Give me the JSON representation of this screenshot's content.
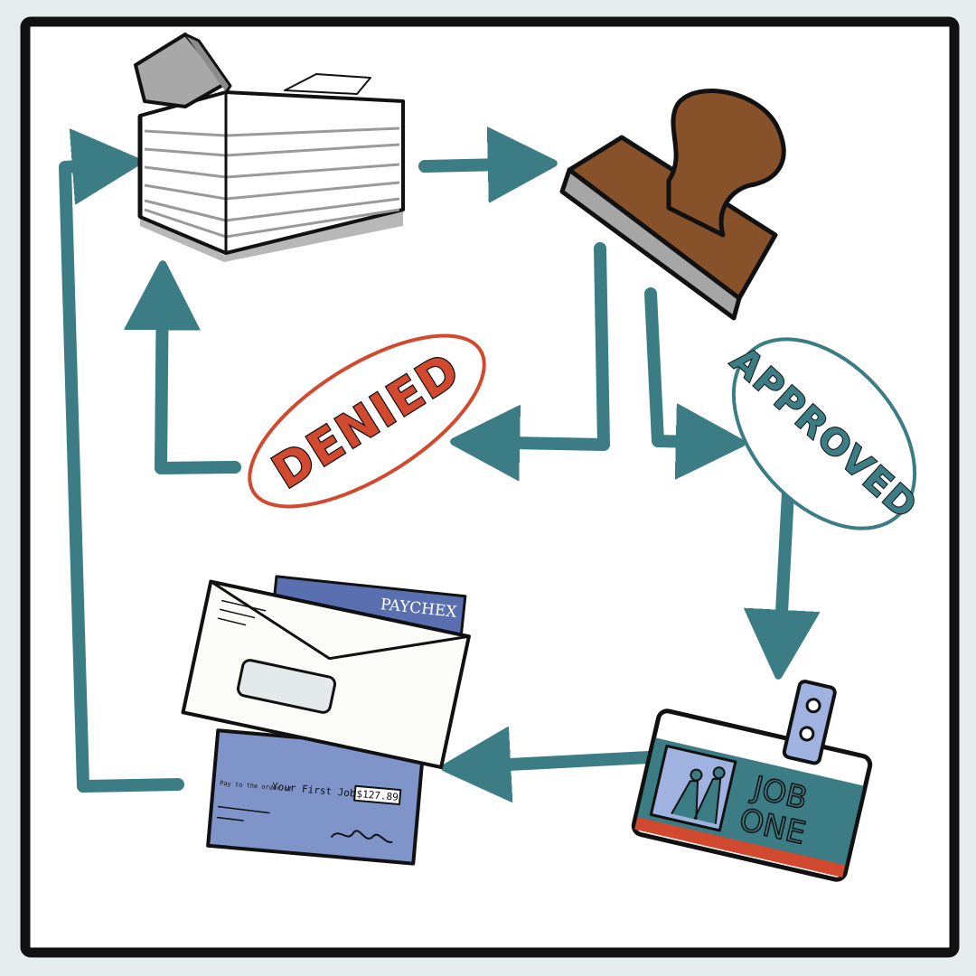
{
  "colors": {
    "background": "#e6ecec",
    "panel": "#ffffff",
    "frame": "#111111",
    "arrow": "#3b7c85",
    "denied": "#d1492f",
    "approved": "#3b7c85",
    "stamp_handle": "#87522a",
    "badge": "#3b7c85",
    "check": "#7f95c9"
  },
  "labels": {
    "denied": "DENIED",
    "approved": "APPROVED"
  },
  "badge": {
    "line1": "JOB",
    "line2": "ONE"
  },
  "paystub": {
    "brand": "PAYCHEX"
  },
  "check": {
    "pay_to_prefix": "Pay to the order of",
    "payee": "Your First Job",
    "amount": "$127.89"
  },
  "icons": {
    "paper_stack": "paper-stack-icon",
    "stamp": "rubber-stamp-icon",
    "badge": "id-badge-icon",
    "paycheck": "paycheck-envelope-icon"
  }
}
